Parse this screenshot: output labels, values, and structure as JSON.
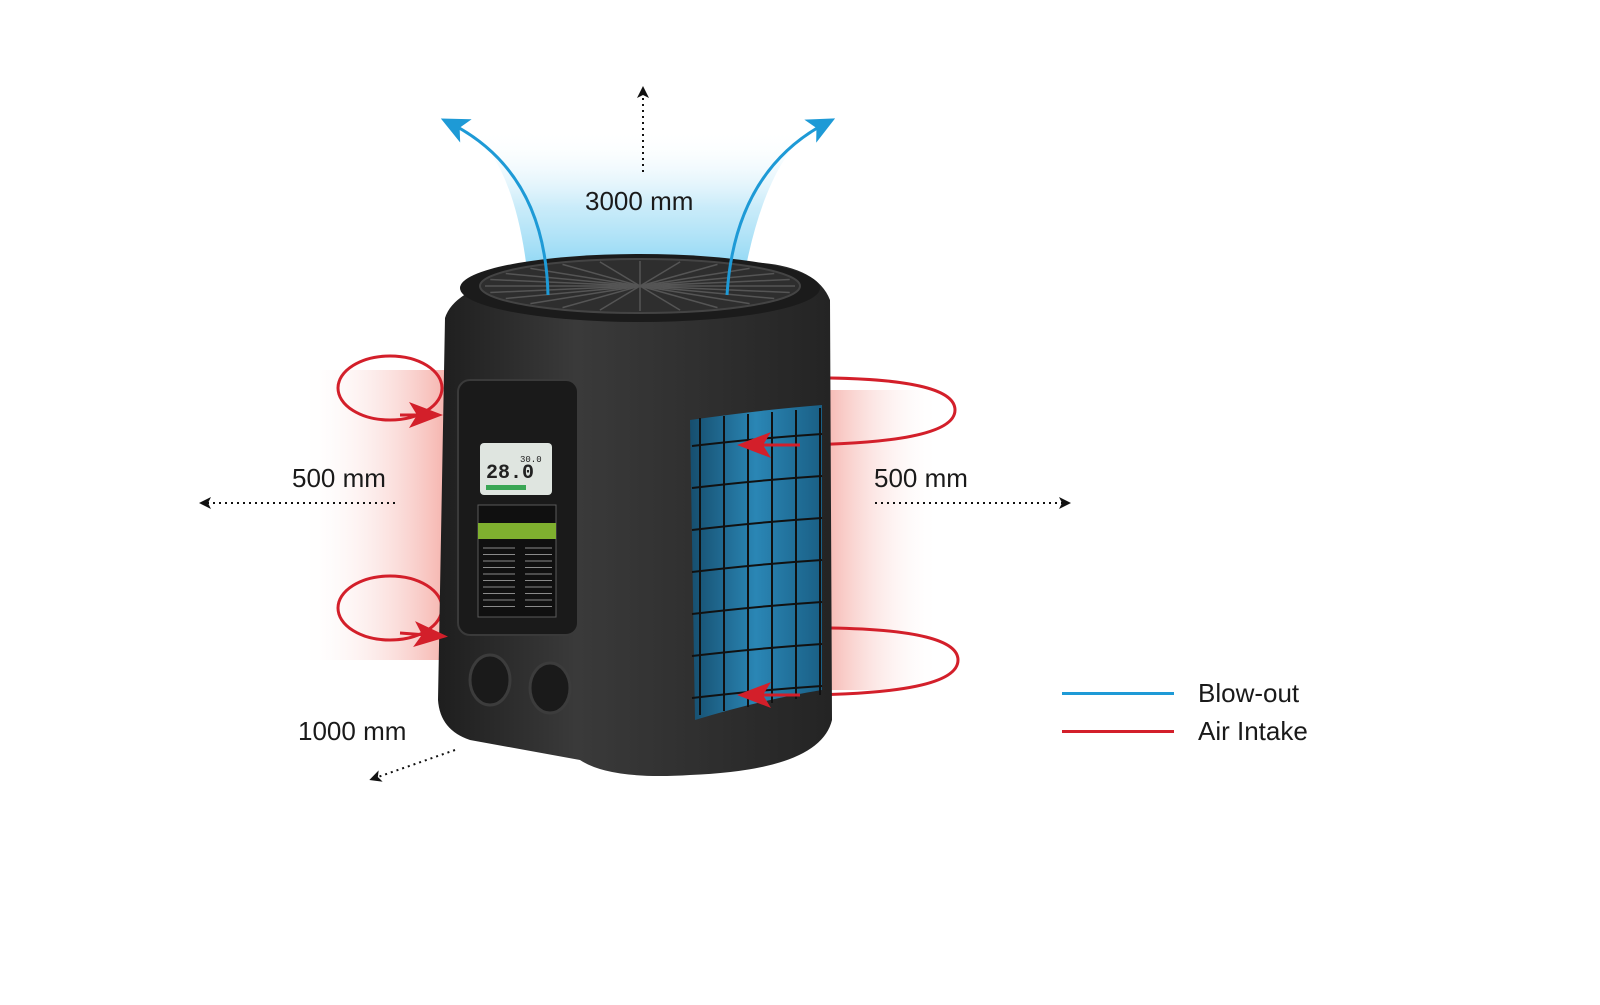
{
  "clearances": {
    "top": "3000 mm",
    "left": "500 mm",
    "right": "500 mm",
    "front": "1000 mm"
  },
  "legend": {
    "blowout": {
      "label": "Blow-out",
      "color": "#1e9ad6"
    },
    "intake": {
      "label": "Air Intake",
      "color": "#d31f2a"
    }
  },
  "display": {
    "main_reading": "28.0",
    "small_reading": "30.0"
  },
  "colors": {
    "body": "#2b2b2b",
    "grille": "#1f6f9a",
    "arrow_black": "#111111"
  }
}
